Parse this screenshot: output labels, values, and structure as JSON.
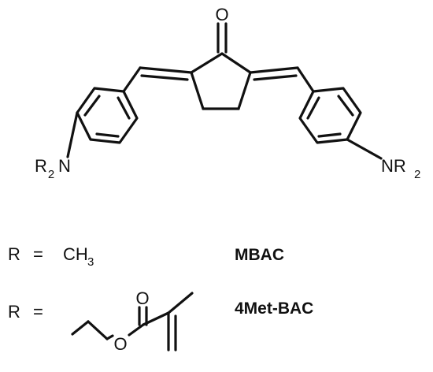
{
  "structure": {
    "carbonyl_oxygen": "O",
    "left_amine": {
      "prefix": "R",
      "subscript": "2",
      "suffix": "N"
    },
    "right_amine": {
      "prefix": "NR",
      "subscript": "2"
    }
  },
  "legend": {
    "row1": {
      "r_symbol": "R",
      "equals": "=",
      "group": {
        "prefix": "CH",
        "subscript": "3"
      },
      "compound_name": "MBAC"
    },
    "row2": {
      "r_symbol": "R",
      "equals": "=",
      "ester_oxygen_carbonyl": "O",
      "ester_oxygen_bridge": "O",
      "compound_name": "4Met-BAC"
    }
  }
}
